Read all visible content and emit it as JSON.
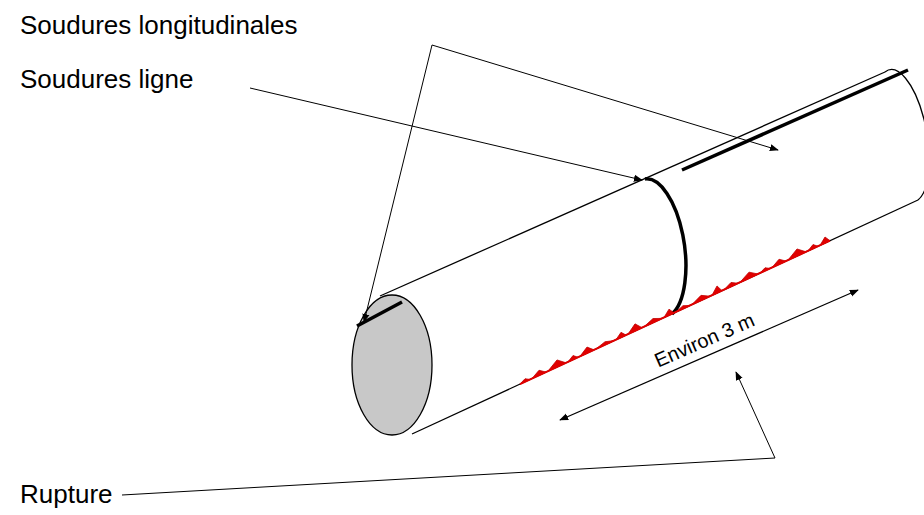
{
  "diagram": {
    "labels": [
      "Soudures longitudinales",
      "Soudures ligne",
      "Environ 3 m",
      "Rupture"
    ]
  }
}
